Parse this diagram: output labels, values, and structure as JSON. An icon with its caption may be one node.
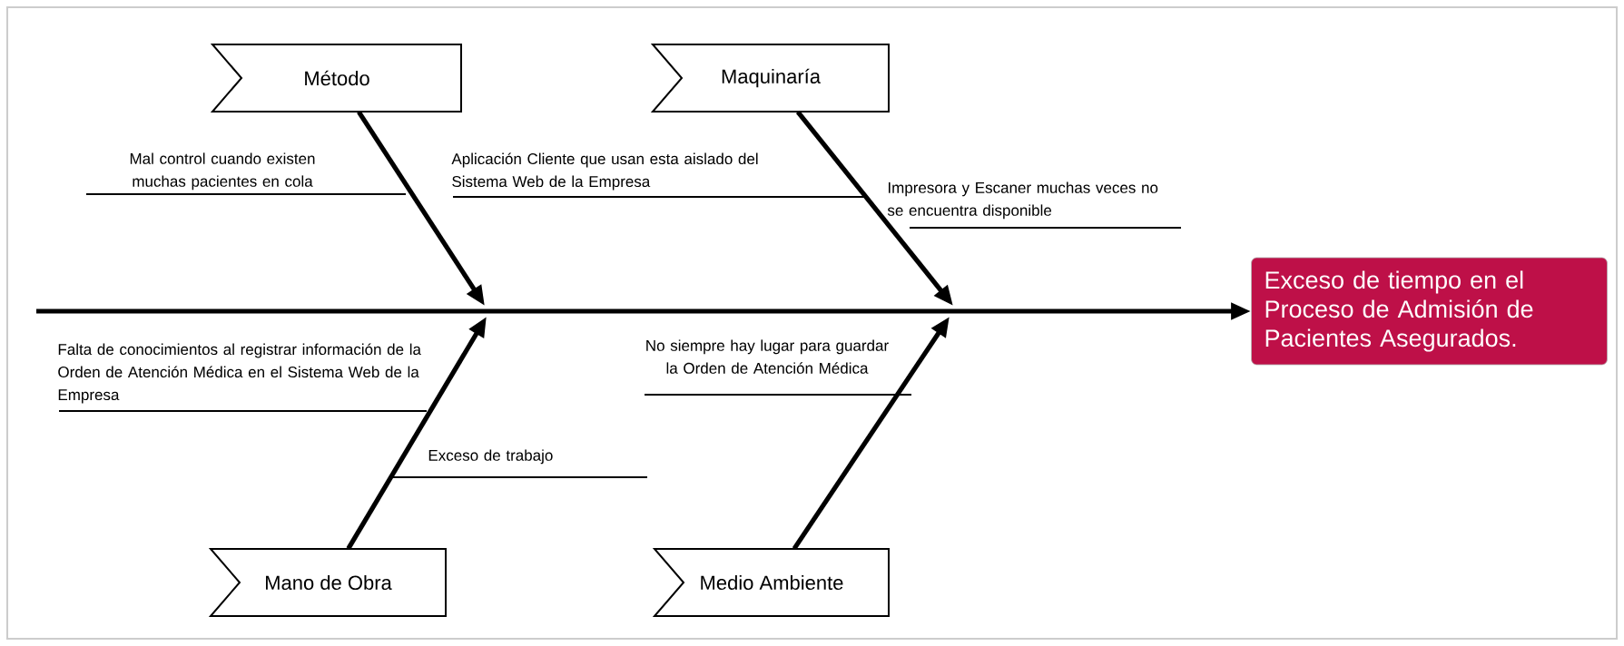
{
  "diagram": {
    "nodes": [
      {
        "text": [
          "Método"
        ]
      },
      {
        "text": [
          "Maquinaría"
        ]
      },
      {
        "text": [
          "Mano de Obra"
        ]
      },
      {
        "text": [
          "Medio Ambiente"
        ]
      },
      {
        "text": [
          "Exceso de tiempo en el Proceso de Admisión de Pacientes Asegurados."
        ]
      }
    ],
    "edges": [
      {
        "from": 0,
        "to": null,
        "arrow": "to"
      },
      {
        "from": 1,
        "to": null,
        "arrow": "to"
      },
      {
        "from": 2,
        "to": null,
        "arrow": "to"
      },
      {
        "from": 3,
        "to": null,
        "arrow": "to"
      },
      {
        "from": null,
        "to": 4,
        "arrow": "to"
      }
    ],
    "labels": [
      "Mal control cuando existen muchas pacientes en cola",
      "Aplicación Cliente que usan esta aislado del Sistema Web de la Empresa",
      "Impresora y Escaner muchas veces no se encuentra disponible",
      "Falta de conocimientos al registrar información de la Orden de Atención Médica en el Sistema Web de la Empresa",
      "No siempre hay lugar para guardar la Orden de Atención Médica",
      "Exceso de trabajo"
    ]
  }
}
